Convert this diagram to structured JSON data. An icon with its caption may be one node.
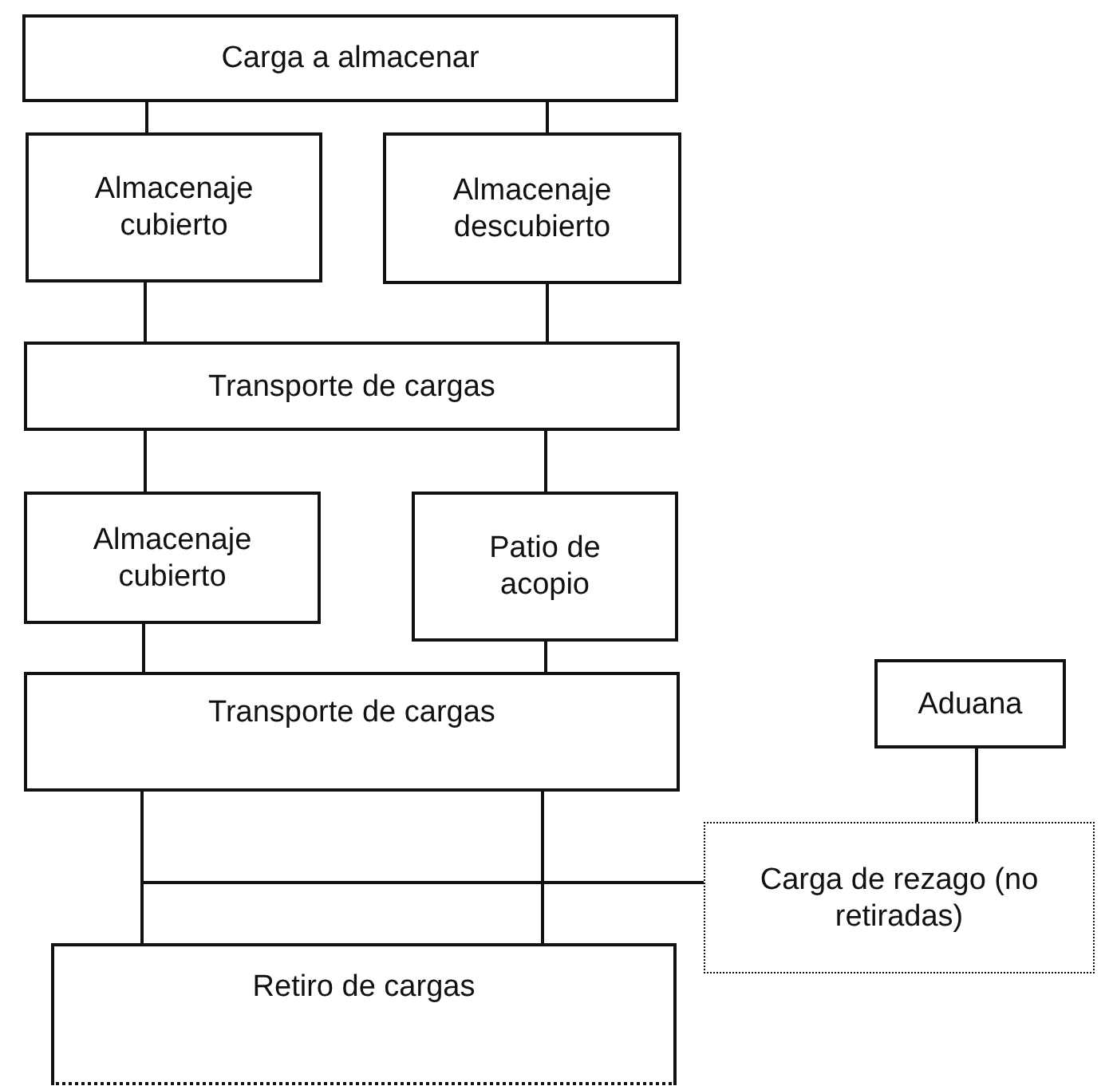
{
  "diagram": {
    "nodes": [
      {
        "text": [
          "Carga a almacenar"
        ]
      },
      {
        "text": [
          "Almacenaje cubierto"
        ]
      },
      {
        "text": [
          "Almacenaje descubierto"
        ]
      },
      {
        "text": [
          "Transporte de cargas"
        ]
      },
      {
        "text": [
          "Almacenaje cubierto"
        ]
      },
      {
        "text": [
          "Patio de acopio"
        ]
      },
      {
        "text": [
          "Transporte de cargas"
        ]
      },
      {
        "text": [
          "Aduana"
        ]
      },
      {
        "text": [
          "Carga de rezago (no retiradas)"
        ]
      },
      {
        "text": [
          "Retiro de cargas"
        ]
      }
    ],
    "edges": [
      {
        "from": 0,
        "to": 1,
        "arrow": "none"
      },
      {
        "from": 0,
        "to": 2,
        "arrow": "none"
      },
      {
        "from": 1,
        "to": 3,
        "arrow": "none"
      },
      {
        "from": 2,
        "to": 3,
        "arrow": "none"
      },
      {
        "from": 3,
        "to": 4,
        "arrow": "none"
      },
      {
        "from": 3,
        "to": 5,
        "arrow": "none"
      },
      {
        "from": 4,
        "to": 6,
        "arrow": "none"
      },
      {
        "from": 5,
        "to": 6,
        "arrow": "none"
      },
      {
        "from": 6,
        "to": 9,
        "arrow": "none"
      },
      {
        "from": 6,
        "to": 9,
        "arrow": "none"
      },
      {
        "from": 7,
        "to": 8,
        "arrow": "none"
      },
      {
        "from": 8,
        "to": 9,
        "arrow": "none"
      }
    ]
  }
}
